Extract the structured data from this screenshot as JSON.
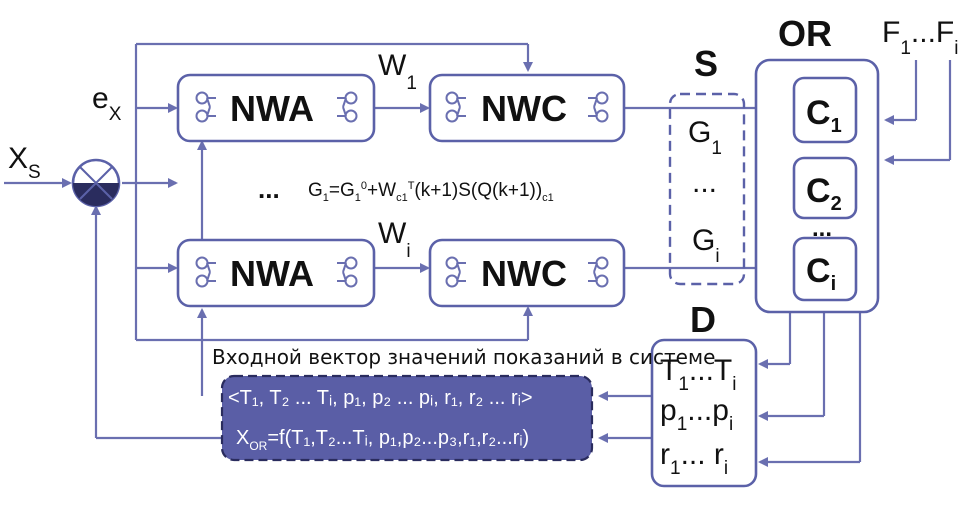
{
  "blocks": {
    "nwa_label": "NWA",
    "nwc_label": "NWC"
  },
  "signals": {
    "xs": "X",
    "xs_sub": "S",
    "ex": "e",
    "ex_sub": "X",
    "w1": "W",
    "w1_sub": "1",
    "wi": "W",
    "wi_sub": "i",
    "dots": "..."
  },
  "equation": {
    "text_a": "G",
    "sub_a": "1",
    "text_b": "=G",
    "sub_b": "1",
    "sup_b": "0",
    "text_c": "+W",
    "sub_c": "c1",
    "sup_c": "T",
    "text_d": "(k+1)S(Q(k+1))",
    "sub_d": "c1"
  },
  "s_group": {
    "title": "S",
    "g1": "G",
    "g1_sub": "1",
    "dots": "...",
    "gi": "G",
    "gi_sub": "i"
  },
  "or_group": {
    "title": "OR",
    "c1": "C",
    "c1_sub": "1",
    "c2": "C",
    "c2_sub": "2",
    "dots": "...",
    "ci": "C",
    "ci_sub": "i"
  },
  "f_label": {
    "a": "F",
    "a_sub": "1",
    "mid": "...F",
    "b_sub": "i"
  },
  "d_group": {
    "title": "D",
    "t": "T",
    "t_sub": "1",
    "t_mid": "...T",
    "t_sub2": "i",
    "p": "p",
    "p_sub": "1",
    "p_mid": "...p",
    "p_sub2": "i",
    "r": "r",
    "r_sub": "1",
    "r_mid": "... r",
    "r_sub2": "i"
  },
  "input_vector_caption": "Входной вектор значений показаний в системе",
  "vector_box": {
    "line1": "<T₁, T₂ ... Tᵢ, p₁, p₂ ... pᵢ, r₁, r₂ ... rᵢ>",
    "line2_a": "X",
    "line2_sub": "OR",
    "line2_b": "=f(T₁,T₂...Tᵢ, p₁,p₂...p₃,r₁,r₂...rᵢ)"
  },
  "colors": {
    "line": "#6a6fb0",
    "box_border": "#5b61a8",
    "vector_fill": "#5a5ea6"
  }
}
